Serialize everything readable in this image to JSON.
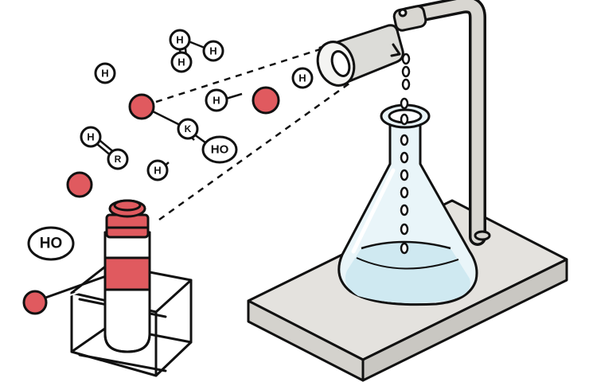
{
  "scene": {
    "palette": {
      "ink": "#111111",
      "red": "#e05a5f",
      "liquid": "#cfe9f1",
      "glass": "#e9f5f9",
      "stand": "#e4e2de",
      "funnel": "#dcdcd8",
      "cap": "#e05a5f"
    },
    "molecules": [
      {
        "label": "H"
      },
      {
        "label": "H"
      },
      {
        "label": "H"
      },
      {
        "label": "H"
      },
      {
        "label": "H"
      },
      {
        "label": "H"
      },
      {
        "label": "H"
      },
      {
        "label": "R"
      },
      {
        "label": "K"
      },
      {
        "label": "HO"
      },
      {
        "label": "H"
      },
      {
        "label": "HO"
      }
    ]
  }
}
